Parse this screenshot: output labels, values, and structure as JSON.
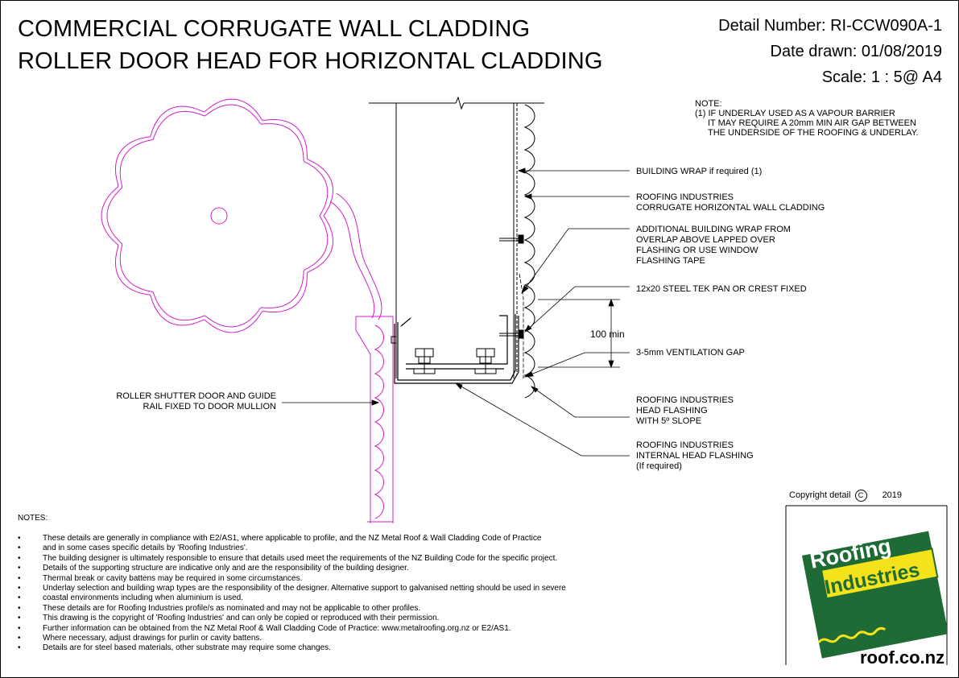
{
  "title": {
    "line1": "COMMERCIAL CORRUGATE WALL CLADDING",
    "line2": "ROLLER DOOR HEAD FOR HORIZONTAL CLADDING"
  },
  "header": {
    "detail_number": "Detail Number:  RI-CCW090A-1",
    "date_drawn": "Date drawn:  01/08/2019",
    "scale": "Scale:   1 : 5@ A4"
  },
  "top_note": {
    "heading": "NOTE:",
    "line1": "(1) IF UNDERLAY USED AS A VAPOUR BARRIER",
    "line2": "IT MAY REQUIRE A 20mm MIN AIR GAP BETWEEN",
    "line3": "THE UNDERSIDE OF THE ROOFING & UNDERLAY."
  },
  "labels": {
    "building_wrap": "BUILDING WRAP if required (1)",
    "cladding_1": "ROOFING INDUSTRIES",
    "cladding_2": "CORRUGATE HORIZONTAL WALL CLADDING",
    "add_wrap_1": "ADDITIONAL BUILDING WRAP FROM",
    "add_wrap_2": "OVERLAP ABOVE LAPPED OVER",
    "add_wrap_3": "FLASHING OR USE WINDOW",
    "add_wrap_4": "FLASHING TAPE",
    "tek": "12x20 STEEL TEK PAN OR CREST FIXED",
    "dim_100": "100 min",
    "vent_gap": "3-5mm VENTILATION GAP",
    "head_flash_1": "ROOFING INDUSTRIES",
    "head_flash_2": "HEAD  FLASHING",
    "head_flash_3": "WITH 5º SLOPE",
    "int_flash_1": "ROOFING INDUSTRIES",
    "int_flash_2": "INTERNAL HEAD FLASHING",
    "int_flash_3": "(If required)",
    "roller_1": "ROLLER SHUTTER DOOR AND GUIDE",
    "roller_2": "RAIL FIXED TO DOOR MULLION"
  },
  "copyright": {
    "text": "Copyright detail",
    "symbol": "C",
    "year": "2019"
  },
  "notes": {
    "heading": "NOTES:",
    "items": [
      "These details are generally in compliance with E2/AS1, where applicable to profile, and the NZ Metal Roof & Wall Cladding Code of Practice",
      "and in some cases specific details by 'Roofing Industries'.",
      "The building designer is ultimately responsible to ensure that details used meet the requirements of the NZ Building Code for the specific project.",
      "Details of the supporting structure are indicative only and are the responsibility of the building designer.",
      "Thermal break or cavity battens may be required in some circumstances.",
      "Underlay selection and building wrap types are the responsibility of the designer. Alternative support to galvanised netting should be used in severe",
      "coastal environments including when aluminium is used.",
      "These details are for Roofing Industries profile/s as nominated and may not be applicable to other profiles.",
      "This drawing is the copyright of 'Roofing Industries' and can only be copied or reproduced with their permission.",
      "Further information can be obtained from the NZ Metal Roof & Wall Cladding Code of Practice: www.metalroofing.org.nz or E2/AS1.",
      "Where necessary, adjust drawings for purlin or cavity battens.",
      "Details are for steel based materials, other substrate may require some changes."
    ]
  },
  "logo": {
    "word1": "Roofing",
    "word2": "Industries",
    "url": "roof.co.nz",
    "green": "#1e6b35",
    "yellow": "#f4e21b"
  },
  "colors": {
    "ink": "#000000",
    "door": "#d01ec8"
  }
}
